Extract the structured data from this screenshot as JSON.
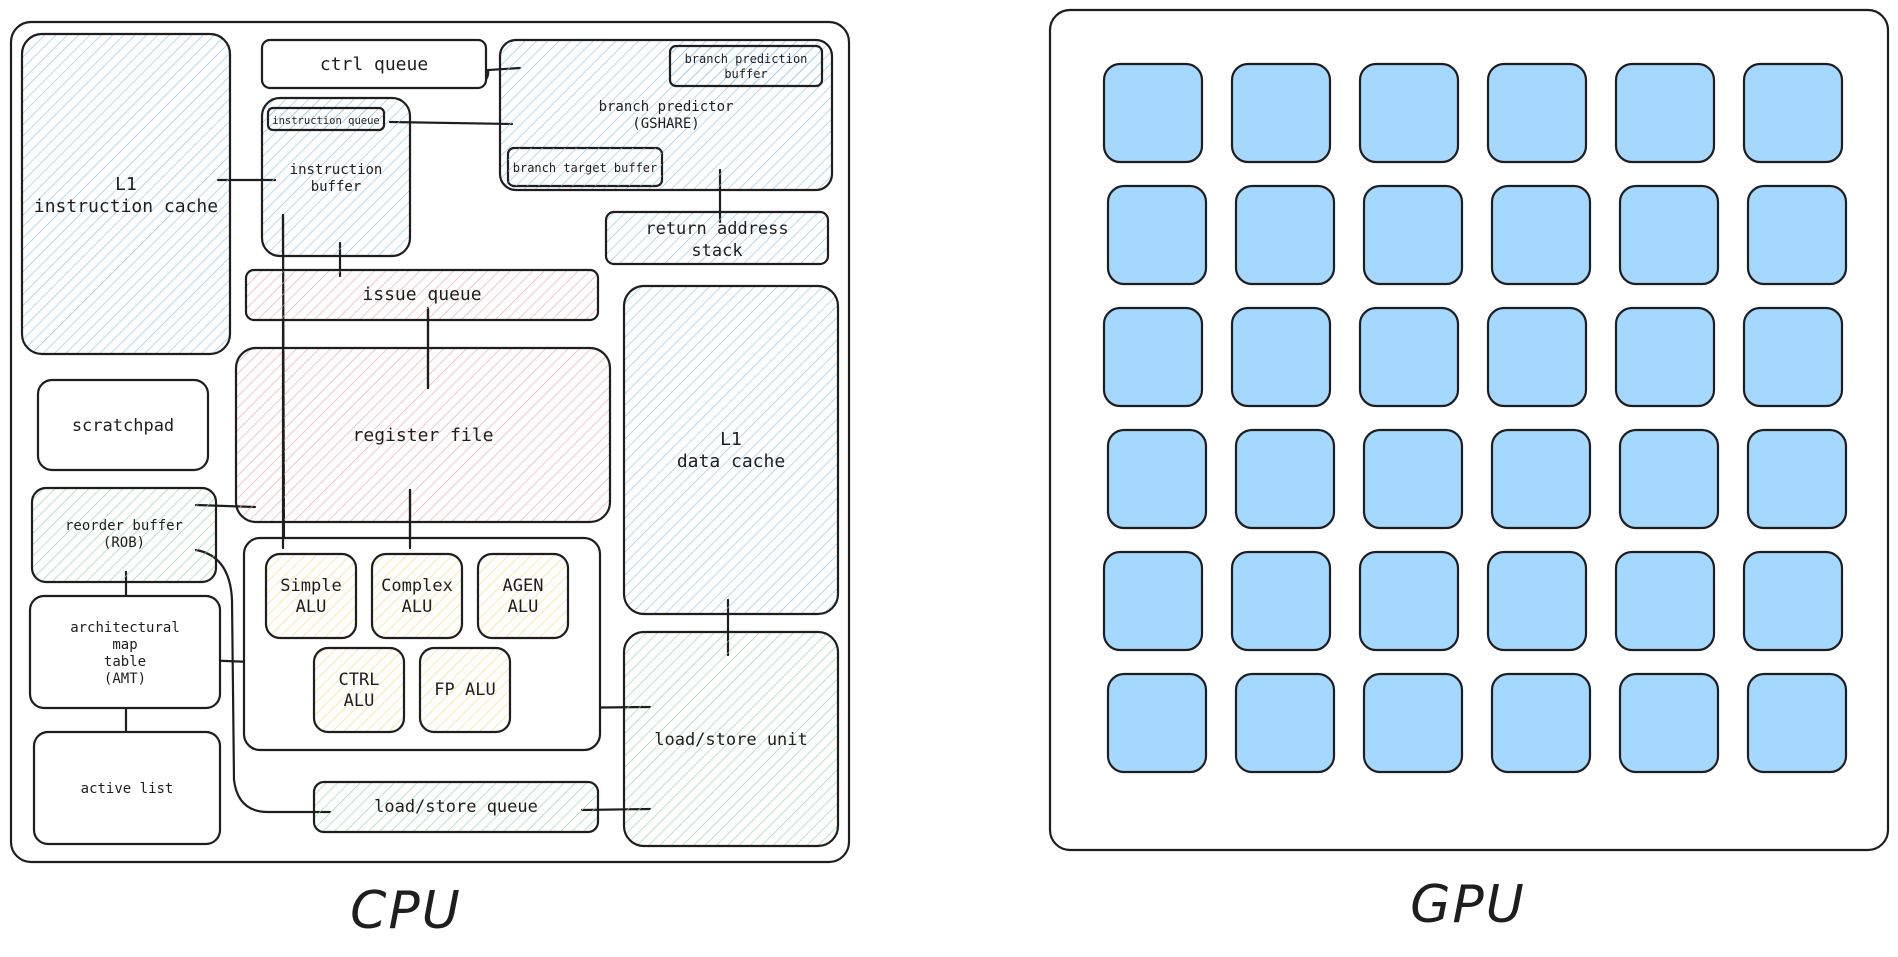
{
  "colors": {
    "stroke": "#1e1e1e",
    "blue_hatch": "#8fc6ee",
    "red_hatch": "#f2a6ad",
    "green_hatch": "#8fd9a4",
    "yellow_hatch": "#f5dc82",
    "gpu_core_fill": "#a5d8ff",
    "background": "#ffffff"
  },
  "cpu": {
    "caption": "CPU",
    "ctrl_queue": "ctrl queue",
    "branch_prediction_buffer": [
      "branch prediction",
      "buffer"
    ],
    "branch_predictor": [
      "branch predictor",
      "(GSHARE)"
    ],
    "instruction_queue": "instruction queue",
    "instruction_buffer": [
      "instruction",
      "buffer"
    ],
    "l1_instruction_cache": [
      "L1",
      "instruction cache"
    ],
    "branch_target_buffer": "branch target buffer",
    "return_address_stack": [
      "return address",
      "stack"
    ],
    "issue_queue": "issue queue",
    "register_file": "register file",
    "scratchpad": "scratchpad",
    "l1_data_cache": [
      "L1",
      "data cache"
    ],
    "reorder_buffer": [
      "reorder buffer",
      "(ROB)"
    ],
    "architectural_map_table": [
      "architectural",
      "map",
      "table",
      "(AMT)"
    ],
    "active_list": "active list",
    "simple_alu": [
      "Simple",
      "ALU"
    ],
    "complex_alu": [
      "Complex",
      "ALU"
    ],
    "agen_alu": [
      "AGEN",
      "ALU"
    ],
    "ctrl_alu": [
      "CTRL",
      "ALU"
    ],
    "fp_alu": "FP ALU",
    "load_store_unit": "load/store unit",
    "load_store_queue": "load/store queue"
  },
  "gpu": {
    "caption": "GPU",
    "rows": 6,
    "cols": 6
  }
}
